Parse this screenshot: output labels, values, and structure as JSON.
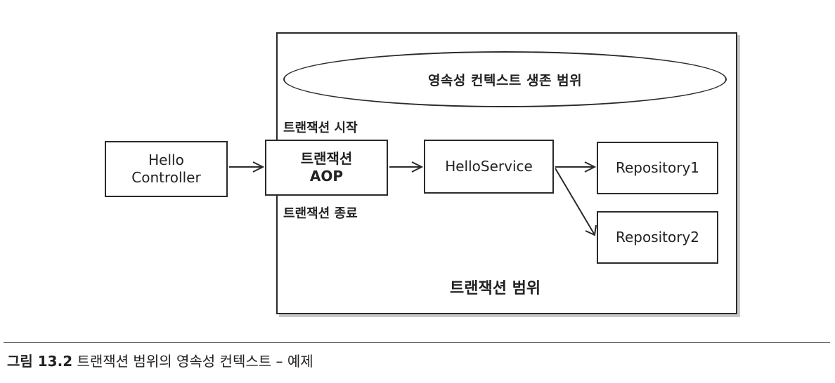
{
  "persistence_scope": {
    "label": "영속성 컨텍스트 생존 범위"
  },
  "transaction_scope": {
    "label": "트랜잭션 범위"
  },
  "nodes": {
    "controller": {
      "line1": "Hello",
      "line2": "Controller"
    },
    "aop": {
      "line1": "트랜잭션",
      "line2": "AOP"
    },
    "service": {
      "label": "HelloService"
    },
    "repository1": {
      "label": "Repository1"
    },
    "repository2": {
      "label": "Repository2"
    }
  },
  "annotations": {
    "tx_start": "트랜잭션 시작",
    "tx_end": "트랜잭션 종료"
  },
  "caption": {
    "figure": "그림 13.2",
    "text": "트랜잭션 범위의 영속성 컨텍스트 – 예제"
  }
}
